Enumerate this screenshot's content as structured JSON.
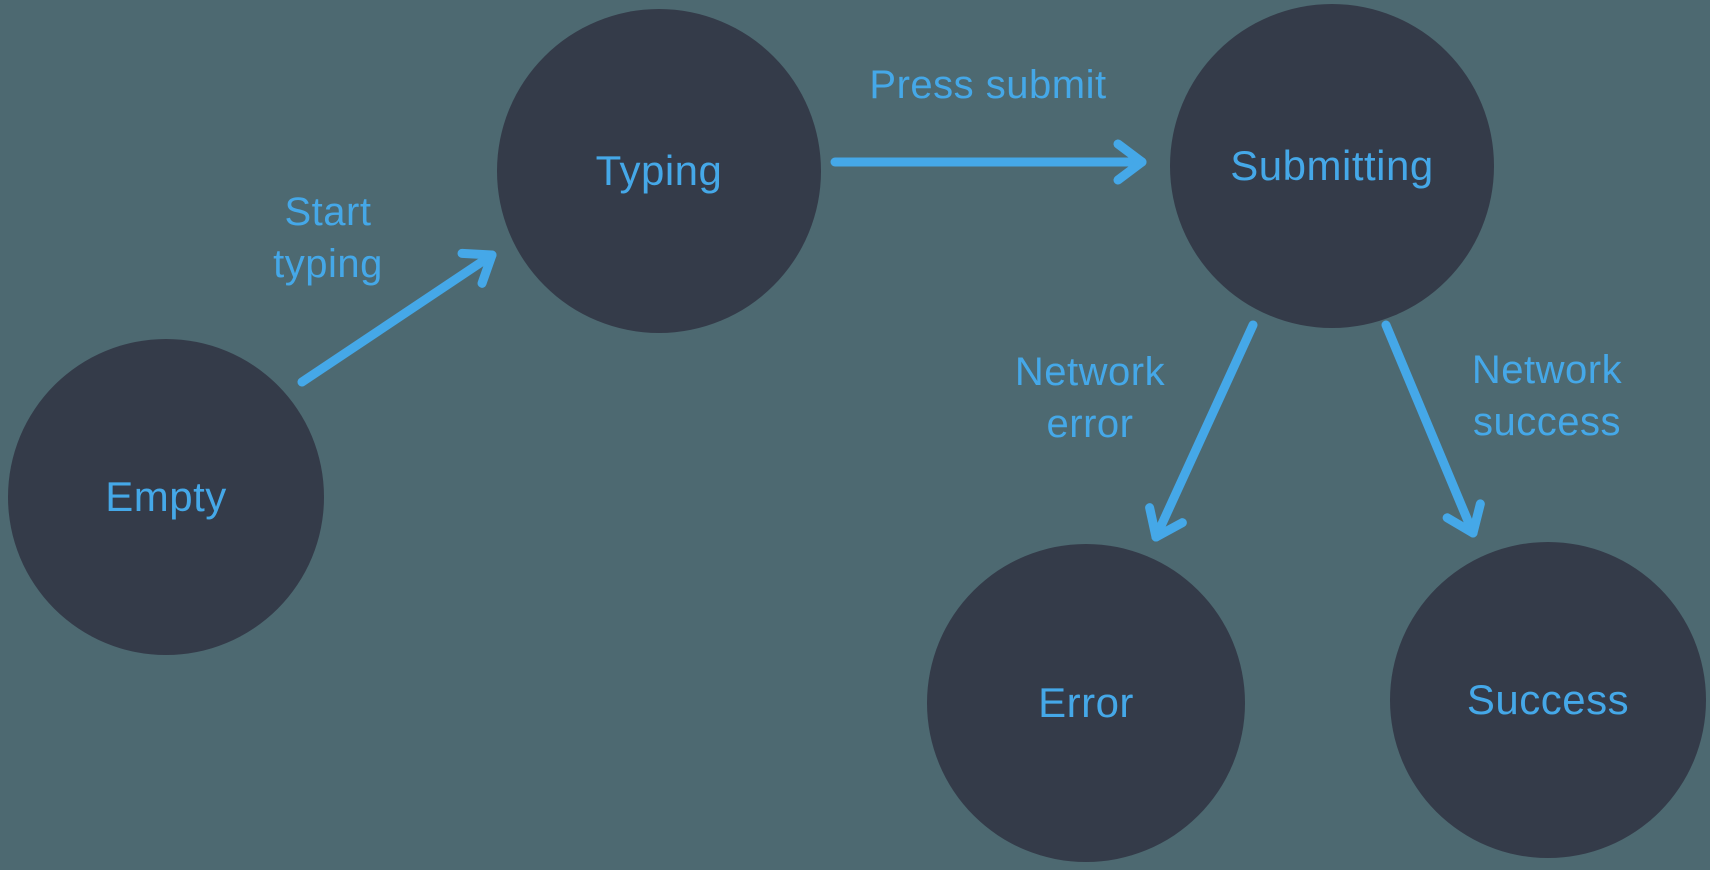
{
  "diagram": {
    "type": "state-machine",
    "states": [
      {
        "id": "empty",
        "label": "Empty"
      },
      {
        "id": "typing",
        "label": "Typing"
      },
      {
        "id": "submitting",
        "label": "Submitting"
      },
      {
        "id": "error",
        "label": "Error"
      },
      {
        "id": "success",
        "label": "Success"
      }
    ],
    "transitions": [
      {
        "id": "start-typing",
        "label": "Start typing",
        "from": "Empty",
        "to": "Typing"
      },
      {
        "id": "press-submit",
        "label": "Press submit",
        "from": "Typing",
        "to": "Submitting"
      },
      {
        "id": "network-error",
        "label": "Network error",
        "from": "Submitting",
        "to": "Error"
      },
      {
        "id": "network-success",
        "label": "Network success",
        "from": "Submitting",
        "to": "Success"
      }
    ],
    "colors": {
      "background": "#4d6971",
      "node_fill": "#343b49",
      "accent": "#45a8e8"
    }
  }
}
